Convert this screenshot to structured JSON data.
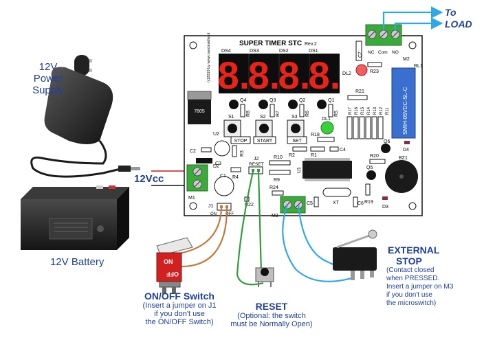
{
  "board": {
    "title": "SUPER TIMER STC",
    "revision": "Rev.2",
    "copyright": "(c)2019 by www.narcisvidler.it",
    "display_labels": [
      "DS4",
      "DS3",
      "DS2",
      "DS1"
    ],
    "display_digits": [
      "8.",
      "8.",
      "8.",
      "8."
    ],
    "buttons": [
      {
        "ref": "S1",
        "label": "STOP"
      },
      {
        "ref": "S2",
        "label": "START"
      },
      {
        "ref": "S3",
        "label": "SET"
      }
    ],
    "reset_label": "RESET",
    "relay_text": "SMIH-05VDC-SL-C",
    "relay_ref": "RL1",
    "regulator": "7805",
    "terminal_labels": [
      "NC",
      "Com",
      "NO"
    ],
    "components": {
      "C7": "C7",
      "M2": "M2",
      "DL2": "DL2",
      "R23": "R23",
      "R21": "R21",
      "Q4": "Q4",
      "Q3": "Q3",
      "Q2": "Q2",
      "Q1": "Q1",
      "R8": "R8",
      "R7": "R7",
      "R6": "R6",
      "R5": "R5",
      "DL1": "DL1",
      "R18": "R18",
      "U2": "U2",
      "C2": "C2",
      "C4": "C4",
      "R3": "R3",
      "C3": "C3",
      "D2": "D2",
      "J2": "J2",
      "R10": "R10",
      "R2": "R2",
      "R1": "R1",
      "U1": "U1",
      "R9": "R9",
      "R4": "R4",
      "C1": "C1",
      "M1": "M1",
      "R24": "R24",
      "C5": "C5",
      "XT": "XT",
      "C6": "C6",
      "Q6": "Q6",
      "D4": "D4",
      "R20": "R20",
      "Q5": "Q5",
      "BZ1": "BZ1",
      "R19": "R19",
      "D3": "D3",
      "J1": "J1",
      "R22": "R22",
      "M3": "M3",
      "R17": "R17",
      "R16": "R16",
      "R15": "R15",
      "R14": "R14",
      "R13": "R13",
      "R12": "R12",
      "R11": "R11",
      "on": "ON",
      "off": "OFF"
    }
  },
  "labels": {
    "to_load_line1": "To",
    "to_load_line2": "LOAD",
    "power_supply_line1": "12V",
    "power_supply_line2": "Power",
    "power_supply_line3": "Supply",
    "vcc": "12Vcc",
    "battery": "12V Battery",
    "onoff_title": "ON/OFF Switch",
    "onoff_note1": "(Insert a jumper on J1",
    "onoff_note2": "if you don't use",
    "onoff_note3": "the ON/OFF Switch)",
    "reset_title": "RESET",
    "reset_note1": "(Optional: the switch",
    "reset_note2": "must be Normally Open)",
    "ext_title1": "EXTERNAL",
    "ext_title2": "STOP",
    "ext_note1": "(Contact closed",
    "ext_note2": "when PRESSED.",
    "ext_note3": "Insert a jumper on M3",
    "ext_note4": "if you don't use",
    "ext_note5": "the microswitch)"
  },
  "colors": {
    "label_blue": "#1f3f9f",
    "load_wire": "#2ea8e6",
    "reset_wire": "#2f9e3a",
    "onoff_wire": "#c8763a",
    "display_red": "#e8231a",
    "relay_blue": "#3a6fd0",
    "terminal_green": "#3aaa3a"
  }
}
